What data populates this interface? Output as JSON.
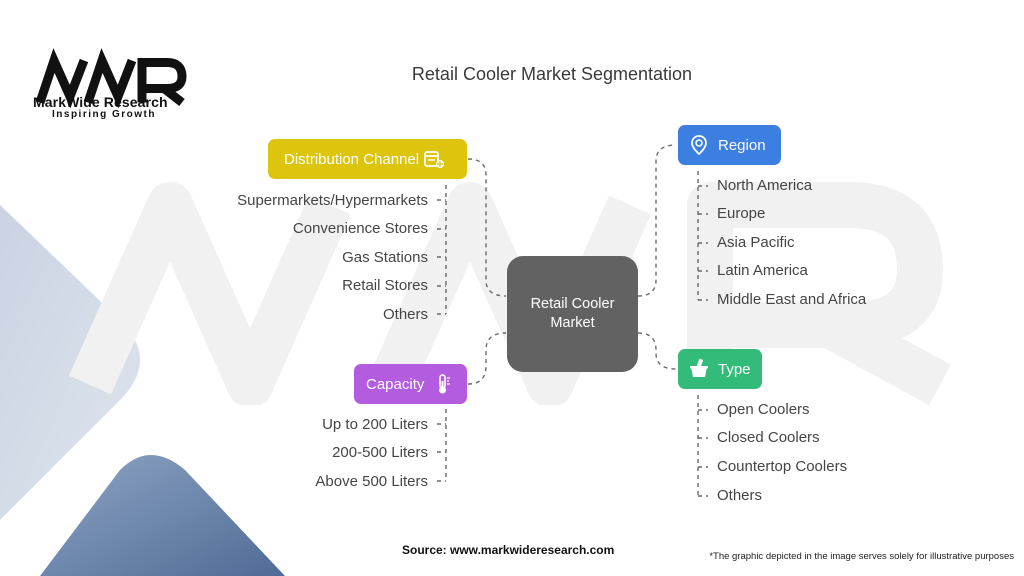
{
  "brand": {
    "name": "MarkWide Research",
    "tagline": "Inspiring Growth"
  },
  "title": "Retail Cooler Market Segmentation",
  "center": {
    "line1": "Retail Cooler",
    "line2": "Market"
  },
  "branches": {
    "distribution": {
      "label": "Distribution Channel",
      "color": "#dcc50c",
      "icon": "store-icon",
      "items": [
        "Supermarkets/Hypermarkets",
        "Convenience Stores",
        "Gas Stations",
        "Retail Stores",
        "Others"
      ]
    },
    "capacity": {
      "label": "Capacity",
      "color": "#b35ce0",
      "icon": "thermometer-icon",
      "items": [
        "Up to 200 Liters",
        "200-500 Liters",
        "Above 500 Liters"
      ]
    },
    "region": {
      "label": "Region",
      "color": "#3c7fe0",
      "icon": "location-pin-icon",
      "items": [
        "North America",
        "Europe",
        "Asia Pacific",
        "Latin America",
        "Middle East and Africa"
      ]
    },
    "type": {
      "label": "Type",
      "color": "#33bb7a",
      "icon": "ice-bucket-icon",
      "items": [
        "Open Coolers",
        "Closed Coolers",
        "Countertop Coolers",
        "Others"
      ]
    }
  },
  "source": "Source: www.markwideresearch.com",
  "disclaimer": "*The graphic depicted in the image serves solely for illustrative purposes"
}
